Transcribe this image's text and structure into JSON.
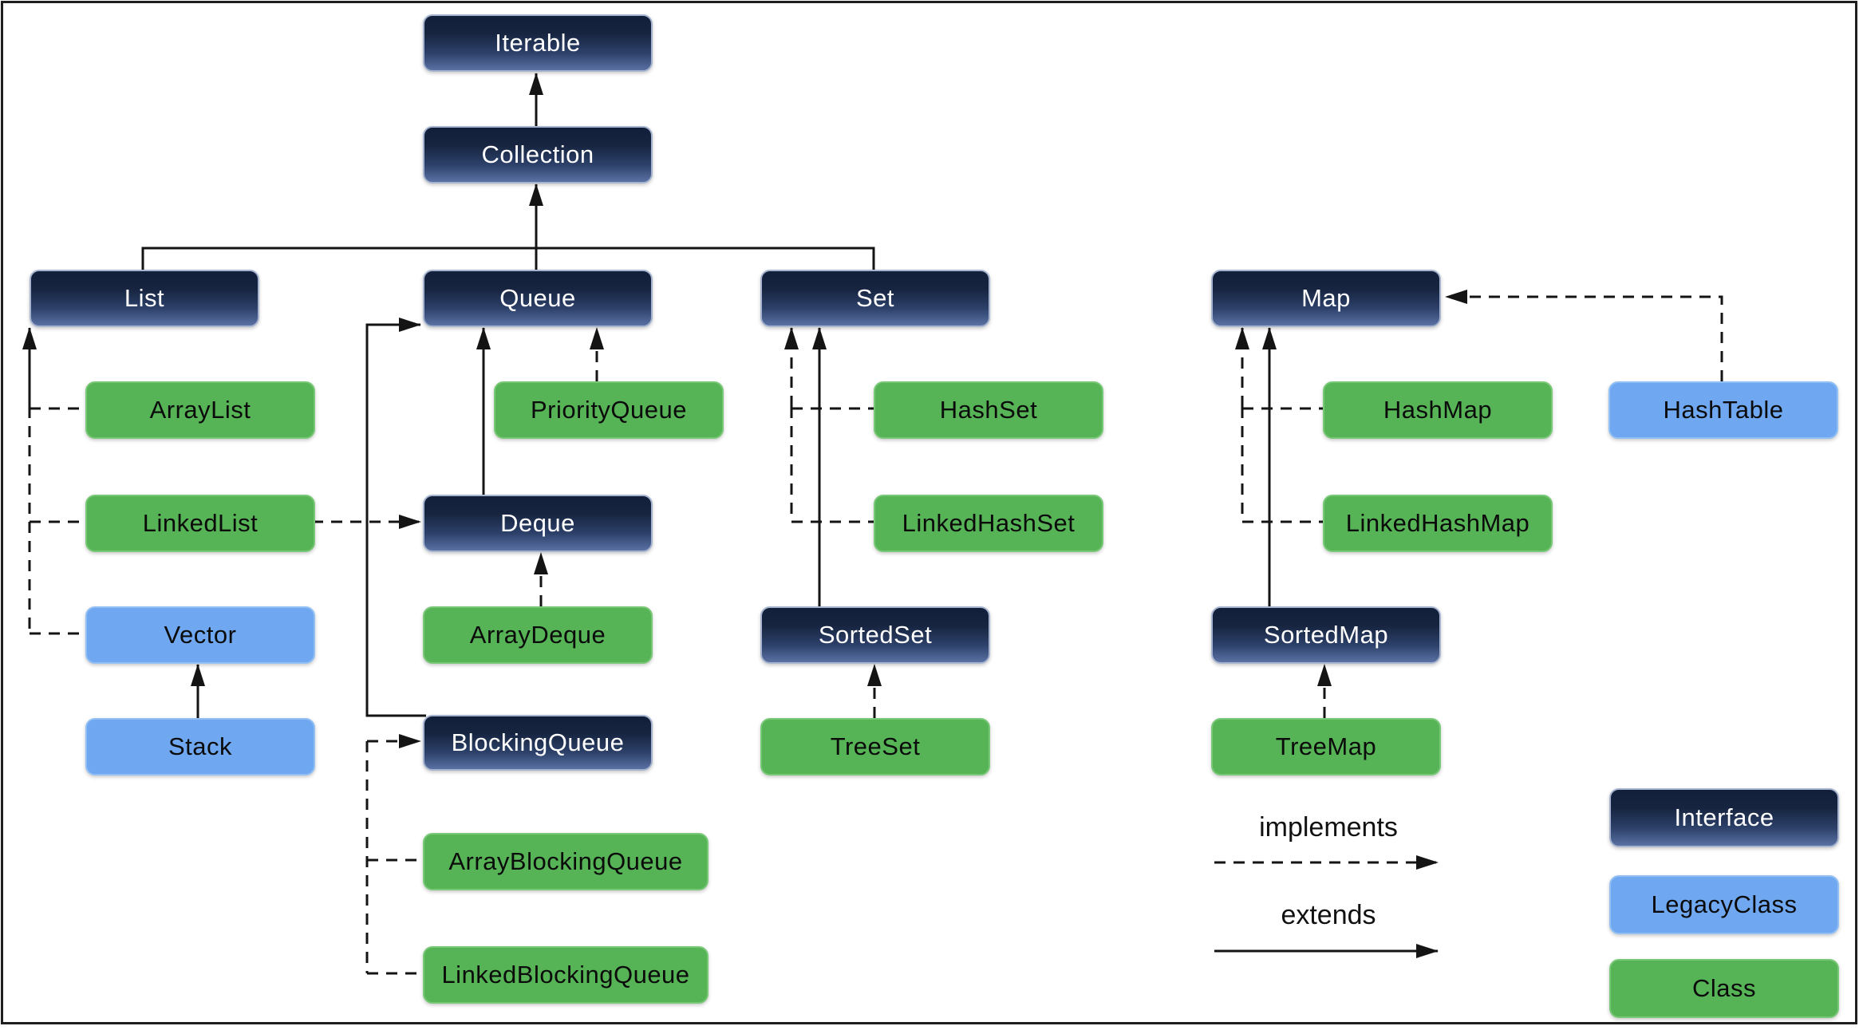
{
  "nodes": {
    "iterable": {
      "label": "Iterable",
      "type": "interface"
    },
    "collection": {
      "label": "Collection",
      "type": "interface"
    },
    "list": {
      "label": "List",
      "type": "interface"
    },
    "queue": {
      "label": "Queue",
      "type": "interface"
    },
    "set": {
      "label": "Set",
      "type": "interface"
    },
    "map": {
      "label": "Map",
      "type": "interface"
    },
    "arraylist": {
      "label": "ArrayList",
      "type": "class"
    },
    "priorityqueue": {
      "label": "PriorityQueue",
      "type": "class"
    },
    "hashset": {
      "label": "HashSet",
      "type": "class"
    },
    "hashmap": {
      "label": "HashMap",
      "type": "class"
    },
    "hashtable": {
      "label": "HashTable",
      "type": "legacy"
    },
    "linkedlist": {
      "label": "LinkedList",
      "type": "class"
    },
    "deque": {
      "label": "Deque",
      "type": "interface"
    },
    "linkedhashset": {
      "label": "LinkedHashSet",
      "type": "class"
    },
    "linkedhashmap": {
      "label": "LinkedHashMap",
      "type": "class"
    },
    "vector": {
      "label": "Vector",
      "type": "legacy"
    },
    "arraydeque": {
      "label": "ArrayDeque",
      "type": "class"
    },
    "sortedset": {
      "label": "SortedSet",
      "type": "interface"
    },
    "sortedmap": {
      "label": "SortedMap",
      "type": "interface"
    },
    "stack": {
      "label": "Stack",
      "type": "legacy"
    },
    "blockingqueue": {
      "label": "BlockingQueue",
      "type": "interface"
    },
    "treeset": {
      "label": "TreeSet",
      "type": "class"
    },
    "treemap": {
      "label": "TreeMap",
      "type": "class"
    },
    "arrayblockingqueue": {
      "label": "ArrayBlockingQueue",
      "type": "class"
    },
    "linkedblockingqueue": {
      "label": "LinkedBlockingQueue",
      "type": "class"
    },
    "legend_interface": {
      "label": "Interface",
      "type": "interface"
    },
    "legend_legacy": {
      "label": "LegacyClass",
      "type": "legacy"
    },
    "legend_class": {
      "label": "Class",
      "type": "class"
    }
  },
  "legend": {
    "implements_label": "implements",
    "extends_label": "extends"
  },
  "edges": [
    {
      "from": "Collection",
      "to": "Iterable",
      "relation": "extends"
    },
    {
      "from": "List",
      "to": "Collection",
      "relation": "extends"
    },
    {
      "from": "Queue",
      "to": "Collection",
      "relation": "extends"
    },
    {
      "from": "Set",
      "to": "Collection",
      "relation": "extends"
    },
    {
      "from": "ArrayList",
      "to": "List",
      "relation": "implements"
    },
    {
      "from": "LinkedList",
      "to": "List",
      "relation": "implements"
    },
    {
      "from": "Vector",
      "to": "List",
      "relation": "implements"
    },
    {
      "from": "Stack",
      "to": "Vector",
      "relation": "extends"
    },
    {
      "from": "PriorityQueue",
      "to": "Queue",
      "relation": "implements"
    },
    {
      "from": "Deque",
      "to": "Queue",
      "relation": "extends"
    },
    {
      "from": "LinkedList",
      "to": "Deque",
      "relation": "implements"
    },
    {
      "from": "ArrayDeque",
      "to": "Deque",
      "relation": "implements"
    },
    {
      "from": "BlockingQueue",
      "to": "Queue",
      "relation": "extends"
    },
    {
      "from": "ArrayBlockingQueue",
      "to": "BlockingQueue",
      "relation": "implements"
    },
    {
      "from": "LinkedBlockingQueue",
      "to": "BlockingQueue",
      "relation": "implements"
    },
    {
      "from": "HashSet",
      "to": "Set",
      "relation": "implements"
    },
    {
      "from": "LinkedHashSet",
      "to": "Set",
      "relation": "implements"
    },
    {
      "from": "SortedSet",
      "to": "Set",
      "relation": "extends"
    },
    {
      "from": "TreeSet",
      "to": "SortedSet",
      "relation": "implements"
    },
    {
      "from": "HashMap",
      "to": "Map",
      "relation": "implements"
    },
    {
      "from": "LinkedHashMap",
      "to": "Map",
      "relation": "implements"
    },
    {
      "from": "SortedMap",
      "to": "Map",
      "relation": "extends"
    },
    {
      "from": "TreeMap",
      "to": "SortedMap",
      "relation": "implements"
    },
    {
      "from": "HashTable",
      "to": "Map",
      "relation": "implements"
    }
  ],
  "colors": {
    "interface_dark": "#16243f",
    "interface_light": "#5a71a3",
    "class_green": "#56b456",
    "legacy_blue": "#6fa8f0",
    "line": "#141414",
    "background": "#ffffff"
  }
}
